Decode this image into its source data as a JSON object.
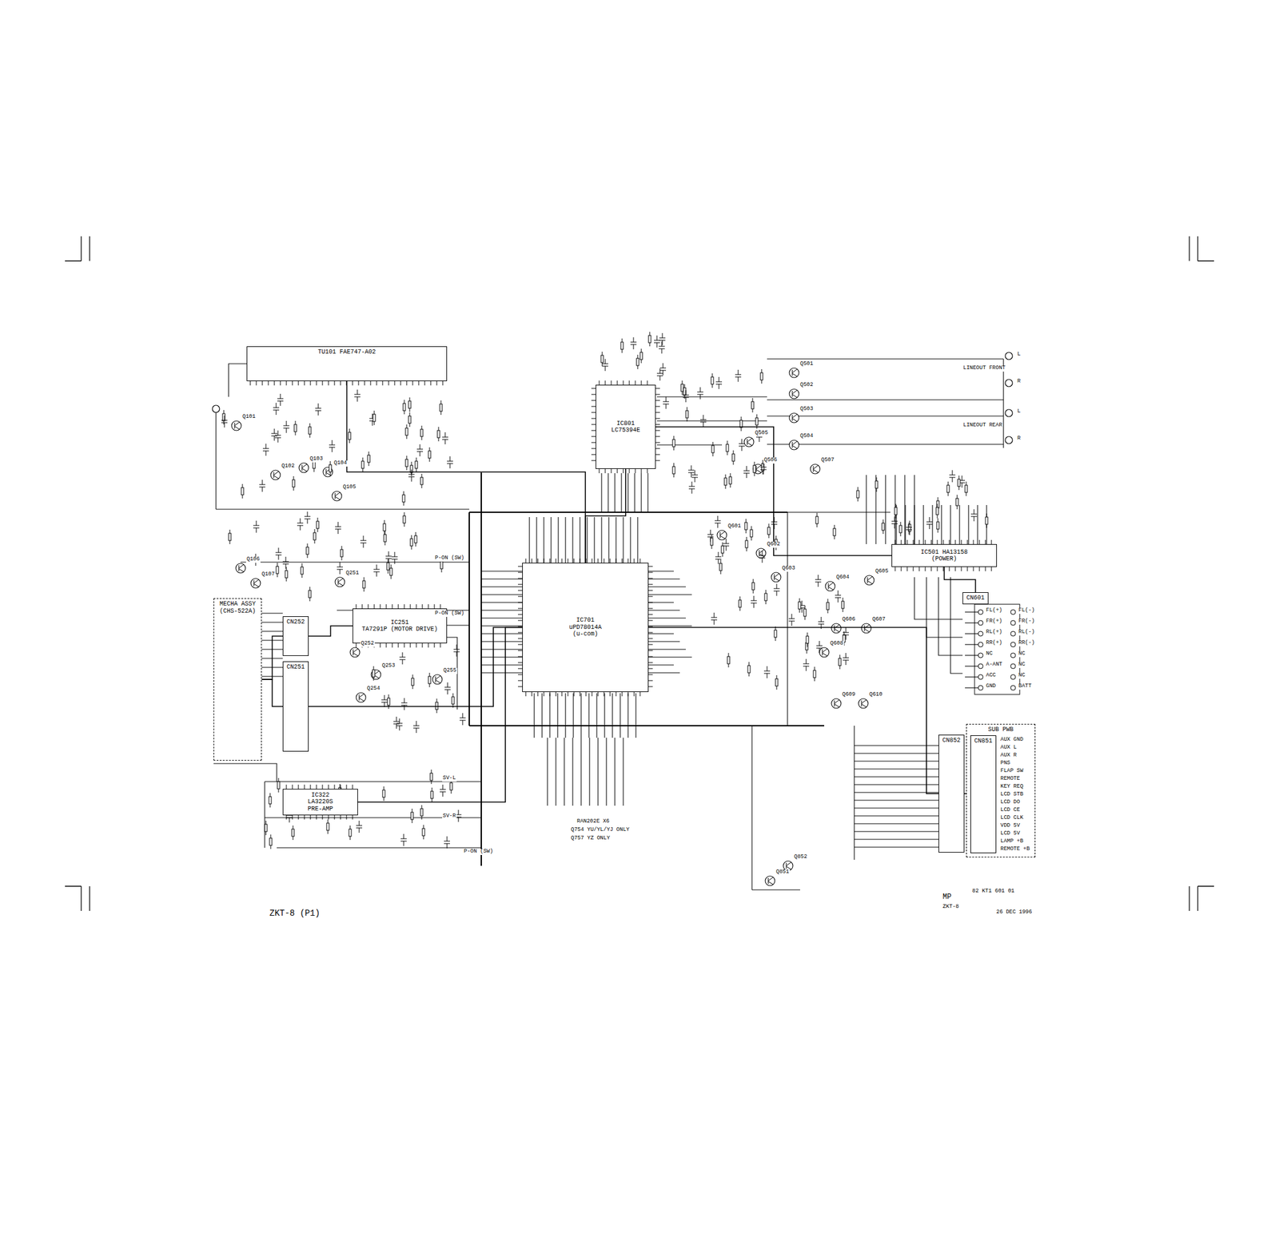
{
  "diagram": {
    "nodes": [
      {
        "text": [
          "TU101 FAE747-A02"
        ]
      },
      {
        "text": [
          "IC801",
          "LC75394E"
        ]
      },
      {
        "text": [
          "IC701",
          "uPD78014A",
          "(u-com)"
        ]
      },
      {
        "text": [
          "IC501 HA13158",
          "(POWER)"
        ]
      },
      {
        "text": [
          "CN601"
        ]
      },
      {
        "text": [
          "MECHA ASSY",
          "(CHS-522A)"
        ]
      },
      {
        "text": [
          "CN252"
        ]
      },
      {
        "text": [
          "CN251"
        ]
      },
      {
        "text": [
          "IC251",
          "TA7291P (MOTOR DRIVE)"
        ]
      },
      {
        "text": [
          "IC322",
          "LA3220S",
          "PRE-AMP"
        ]
      },
      {
        "text": [
          "SUB PWB"
        ]
      },
      {
        "text": [
          "CN851"
        ],
        "in": 10
      },
      {
        "text": [
          "CN852"
        ]
      }
    ],
    "edges": [
      {
        "from": 0,
        "to": 2,
        "arrow": "none"
      },
      {
        "from": 2,
        "to": 1,
        "arrow": "none"
      },
      {
        "from": 1,
        "to": 3,
        "arrow": "none"
      },
      {
        "from": 3,
        "to": 4,
        "arrow": "none"
      },
      {
        "from": 5,
        "to": 6,
        "arrow": "none"
      },
      {
        "from": 5,
        "to": 7,
        "arrow": "none"
      },
      {
        "from": 6,
        "to": 8,
        "arrow": "none"
      },
      {
        "from": 7,
        "to": 2,
        "arrow": "none"
      },
      {
        "from": 9,
        "to": 2,
        "arrow": "none"
      },
      {
        "from": 2,
        "to": 12,
        "arrow": "none"
      },
      {
        "from": 12,
        "to": 11,
        "arrow": "none"
      }
    ],
    "labels": [
      "ZKT-8 (P1)",
      "MP",
      "ZKT-8",
      "82 KT1 601 01",
      "26 DEC 1996",
      "RAN202E X6",
      "Q754 YU/YL/YJ ONLY",
      "Q757 YZ ONLY",
      "LINEOUT FRONT",
      "LINEOUT REAR",
      "L",
      "R",
      "L",
      "R",
      "FL(+)",
      "FR(+)",
      "RL(+)",
      "RR(+)",
      "NC",
      "A-ANT",
      "ACC",
      "GND",
      "FL(-)",
      "FR(-)",
      "RL(-)",
      "RR(-)",
      "NC",
      "NC",
      "NC",
      "BATT",
      "AUX GND",
      "AUX L",
      "AUX R",
      "PNS",
      "FLAP SW",
      "REMOTE",
      "KEY REQ",
      "LCD STB",
      "LCD DO",
      "LCD CE",
      "LCD CLK",
      "VDD 5V",
      "LCD 5V",
      "LAMP +B",
      "REMOTE +B",
      "P-ON (SW)",
      "P-ON (SW)",
      "P-ON (SW)",
      "SV-L",
      "SV-R",
      "Q101",
      "Q102",
      "Q103",
      "Q104",
      "Q105",
      "Q106",
      "Q107",
      "Q601",
      "Q602",
      "Q603",
      "Q604",
      "Q605",
      "Q606",
      "Q607",
      "Q608",
      "Q609",
      "Q610",
      "Q501",
      "Q502",
      "Q503",
      "Q504",
      "Q505",
      "Q506",
      "Q507",
      "Q251",
      "Q252",
      "Q253",
      "Q254",
      "Q255",
      "Q851",
      "Q852"
    ]
  }
}
